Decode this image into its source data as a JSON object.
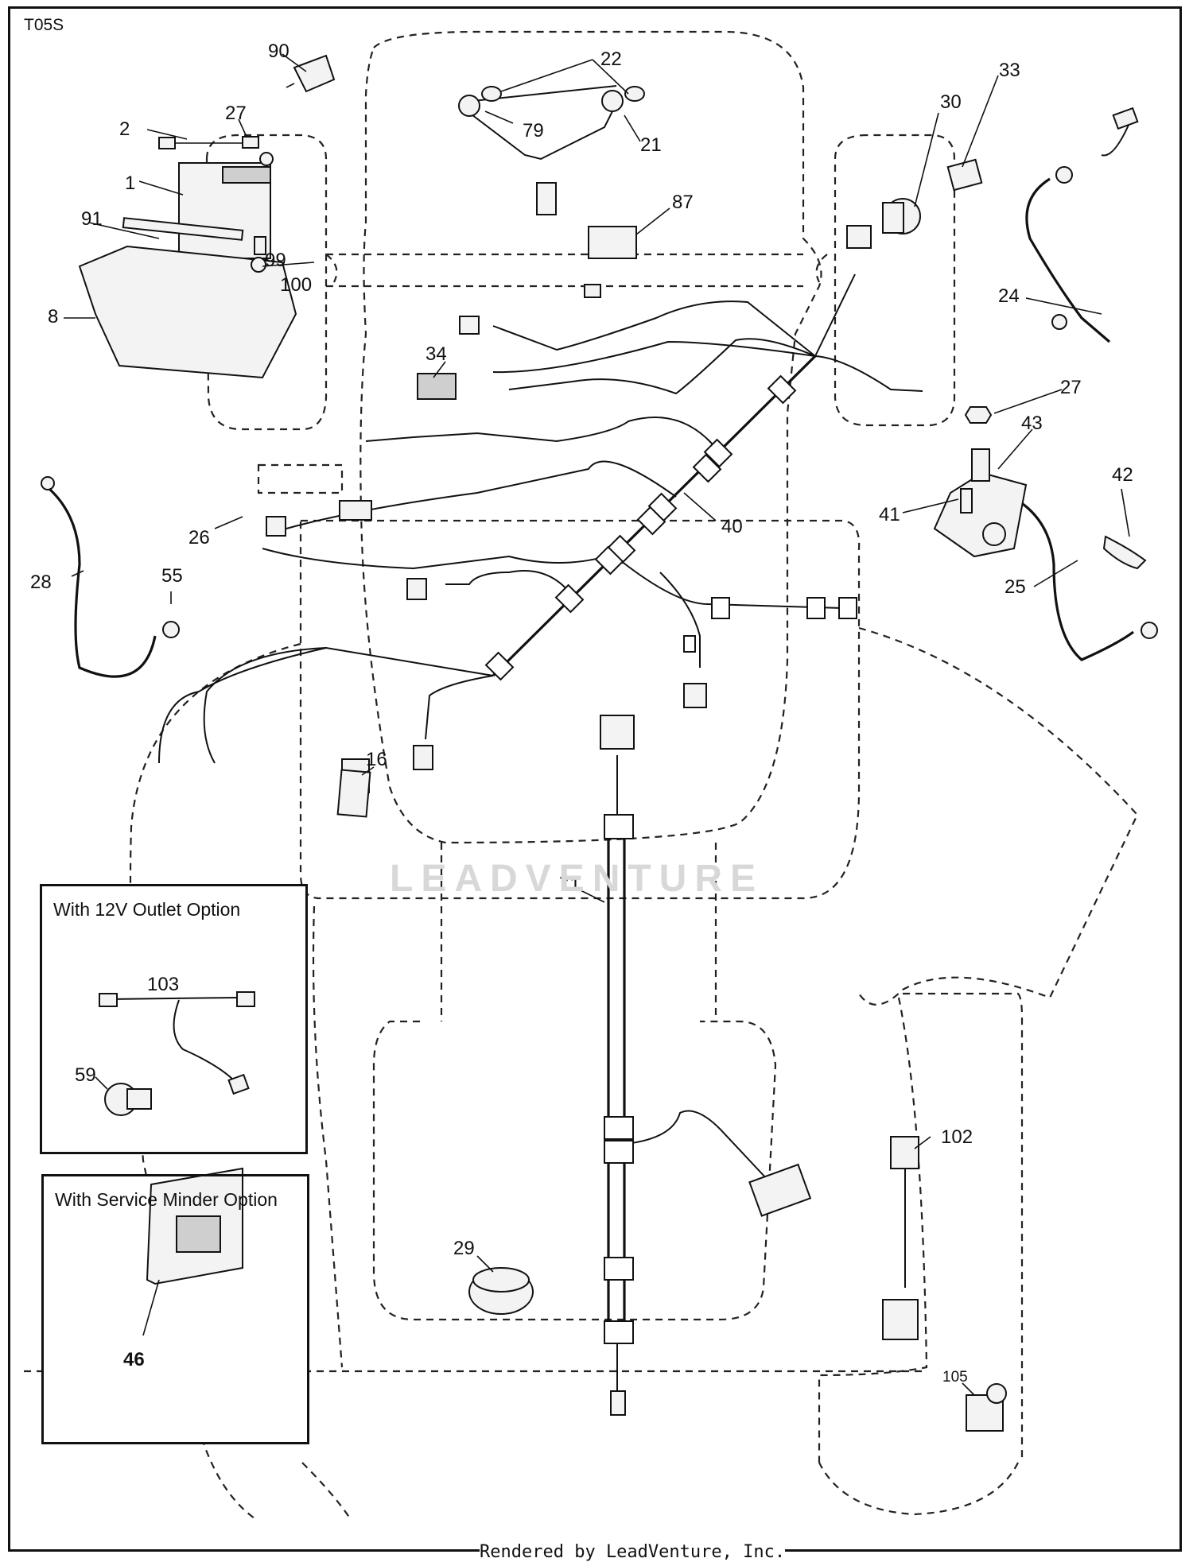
{
  "page_id": "T05S",
  "watermark_text": "LEADVENTURE",
  "render_credit": "Rendered by LeadVenture, Inc.",
  "options": {
    "outlet_title": "With 12V Outlet Option",
    "service_title": "With Service Minder Option"
  },
  "callouts": {
    "c1": "1",
    "c2": "2",
    "c8": "8",
    "c16": "16",
    "c21": "21",
    "c22": "22",
    "c24": "24",
    "c25": "25",
    "c26": "26",
    "c27a": "27",
    "c27b": "27",
    "c28": "28",
    "c29": "29",
    "c30": "30",
    "c33": "33",
    "c34": "34",
    "c40": "40",
    "c41": "41",
    "c42": "42",
    "c43": "43",
    "c46": "46",
    "c55": "55",
    "c59": "59",
    "c71": "71",
    "c79": "79",
    "c87": "87",
    "c90": "90",
    "c91": "91",
    "c99": "99",
    "c100": "100",
    "c102": "102",
    "c103": "103",
    "c105": "105"
  }
}
